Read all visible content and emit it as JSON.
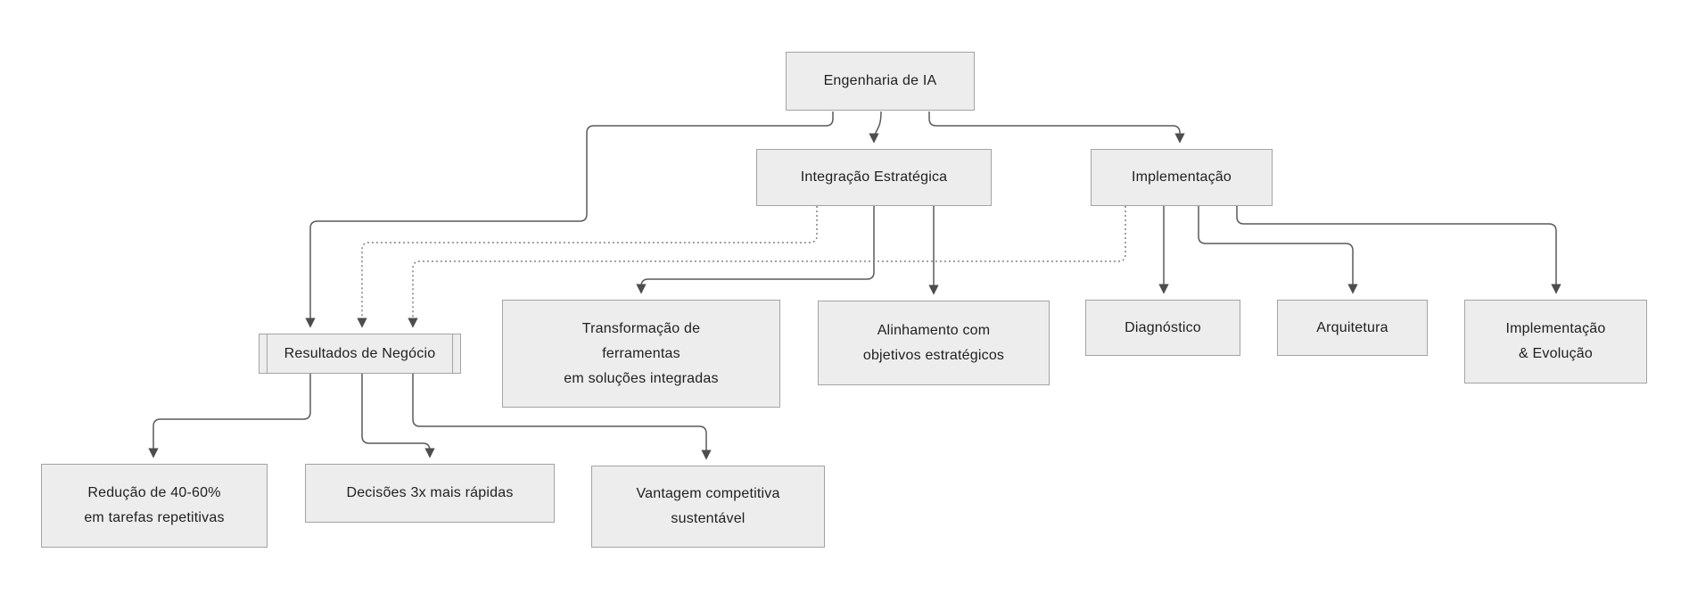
{
  "diagram": {
    "type": "flowchart",
    "direction": "top-down",
    "colors": {
      "background": "#ffffff",
      "node_fill": "#ededed",
      "node_border": "#a3a3a3",
      "edge_solid": "#5a5a5a",
      "edge_dotted": "#808080",
      "arrowhead": "#4d4d4d",
      "text": "#1f1f1f"
    },
    "nodes": [
      {
        "id": "engenharia",
        "shape": "rect",
        "lines": [
          "Engenharia de IA"
        ]
      },
      {
        "id": "integracao",
        "shape": "rect",
        "lines": [
          "Integração Estratégica"
        ]
      },
      {
        "id": "implementacao",
        "shape": "rect",
        "lines": [
          "Implementação"
        ]
      },
      {
        "id": "resultados",
        "shape": "subroutine",
        "lines": [
          "Resultados de Negócio"
        ]
      },
      {
        "id": "transformacao",
        "shape": "rect",
        "lines": [
          "Transformação de",
          "ferramentas",
          "em soluções integradas"
        ]
      },
      {
        "id": "alinhamento",
        "shape": "rect",
        "lines": [
          "Alinhamento com",
          "objetivos estratégicos"
        ]
      },
      {
        "id": "diagnostico",
        "shape": "rect",
        "lines": [
          "Diagnóstico"
        ]
      },
      {
        "id": "arquitetura",
        "shape": "rect",
        "lines": [
          "Arquitetura"
        ]
      },
      {
        "id": "impl_evolucao",
        "shape": "rect",
        "lines": [
          "Implementação",
          "& Evolução"
        ]
      },
      {
        "id": "reducao",
        "shape": "rect",
        "lines": [
          "Redução de 40-60%",
          "em tarefas repetitivas"
        ]
      },
      {
        "id": "decisoes",
        "shape": "rect",
        "lines": [
          "Decisões 3x mais rápidas"
        ]
      },
      {
        "id": "vantagem",
        "shape": "rect",
        "lines": [
          "Vantagem competitiva",
          "sustentável"
        ]
      }
    ],
    "edges": [
      {
        "from": "engenharia",
        "to": "integracao",
        "style": "solid"
      },
      {
        "from": "engenharia",
        "to": "resultados",
        "style": "solid"
      },
      {
        "from": "engenharia",
        "to": "implementacao",
        "style": "solid"
      },
      {
        "from": "integracao",
        "to": "transformacao",
        "style": "solid"
      },
      {
        "from": "integracao",
        "to": "alinhamento",
        "style": "solid"
      },
      {
        "from": "integracao",
        "to": "resultados",
        "style": "dotted"
      },
      {
        "from": "implementacao",
        "to": "diagnostico",
        "style": "solid"
      },
      {
        "from": "implementacao",
        "to": "arquitetura",
        "style": "solid"
      },
      {
        "from": "implementacao",
        "to": "impl_evolucao",
        "style": "solid"
      },
      {
        "from": "implementacao",
        "to": "resultados",
        "style": "dotted"
      },
      {
        "from": "resultados",
        "to": "reducao",
        "style": "solid"
      },
      {
        "from": "resultados",
        "to": "decisoes",
        "style": "solid"
      },
      {
        "from": "resultados",
        "to": "vantagem",
        "style": "solid"
      }
    ]
  }
}
